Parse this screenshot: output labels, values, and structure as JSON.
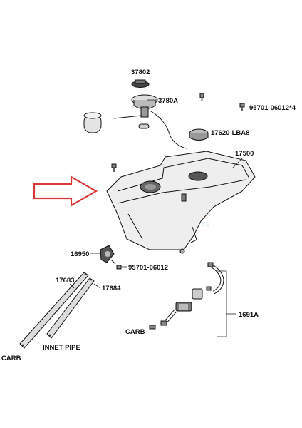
{
  "labels": {
    "p37802": "37802",
    "p3780A": "3780A",
    "p95701_4": "95701-06012*4",
    "p17620": "17620-LBA8",
    "p17500": "17500",
    "p16950": "16950",
    "p95701": "95701-06012",
    "p17683": "17683",
    "p17684": "17684",
    "p1691A": "1691A",
    "carb_right": "CARB",
    "carb_left": "CARB",
    "innet_pipe": "INNET PIPE"
  },
  "watermark": "MOTOR PARTS",
  "colors": {
    "arrow": "#d83a3a",
    "line": "#111111",
    "watermark": "#9fc3dc"
  }
}
